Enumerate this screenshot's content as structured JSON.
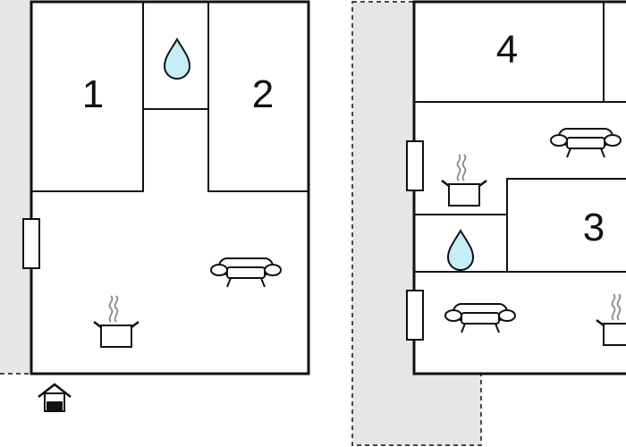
{
  "rooms": [
    {
      "id": "bedroom-1",
      "label": "1",
      "type": "bedroom"
    },
    {
      "id": "bedroom-2",
      "label": "2",
      "type": "bedroom"
    },
    {
      "id": "bedroom-3",
      "label": "3",
      "type": "bedroom"
    },
    {
      "id": "bedroom-4",
      "label": "4",
      "type": "bedroom"
    }
  ],
  "icons": {
    "bathroom": "water-drop-icon",
    "living": "sofa-icon",
    "kitchen": "cooking-pot-icon",
    "window": "window-icon",
    "entrance": "entrance-icon"
  },
  "colors": {
    "wall": "#111111",
    "terrace": "#e6e6e6",
    "water": "#c6eef7",
    "background": "#ffffff"
  }
}
